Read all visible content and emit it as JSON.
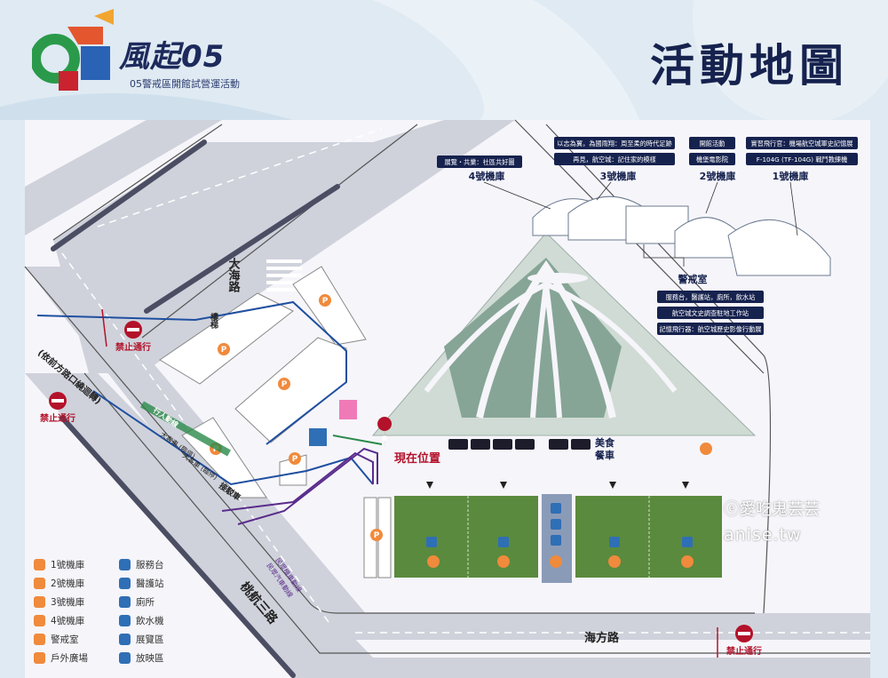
{
  "header": {
    "brand": "風起05",
    "subtitle": "05警戒區開館試營運活動",
    "title": "活動地圖"
  },
  "hangars": [
    {
      "label": "4號機庫",
      "desc": [
        "展覽・共業：社區共好圖"
      ]
    },
    {
      "label": "3號機庫",
      "desc": [
        "以志為翼，為國雨翔：周至柔的時代足跡",
        "再見，航空城：記住家的模樣"
      ]
    },
    {
      "label": "2號機庫",
      "desc": [
        "開館活動",
        "機堡電影院"
      ]
    },
    {
      "label": "1號機庫",
      "desc": [
        "實習飛行官：機場航空城軍史記憶展",
        "F-104G (TF-104G) 戰鬥教練機"
      ]
    }
  ],
  "guard_room": {
    "label": "警戒室",
    "desc": [
      "服務台，醫護站，廁所，飲水站",
      "航空城文史調查駐地工作站",
      "記憶飛行器：航空城歷史影像行動展"
    ]
  },
  "roads": {
    "dahai": "大海路",
    "taohang": "桃航三路",
    "haifang": "海方路",
    "detour": "(依前方路口繞迴轉)",
    "ped_lane": "行人動線",
    "bus_lane_1": "大客車 (臨停)",
    "bus_lane_2": "大客車 (臨停)",
    "drop_off": "接駁車",
    "moto_route": "民眾機車動線",
    "car_route": "民眾汽車動線"
  },
  "map_labels": {
    "you_are_here": "現在位置",
    "food_trucks": "美食餐車",
    "no_entry_1": "禁止通行",
    "no_entry_2": "禁止通行",
    "no_entry_3": "禁止通行",
    "parking": "P",
    "mosque_stairs": "樓梯"
  },
  "legend": [
    {
      "label": "1號機庫",
      "icon": "hangar-1-icon",
      "color": "#f08a3c"
    },
    {
      "label": "2號機庫",
      "icon": "hangar-2-icon",
      "color": "#f08a3c"
    },
    {
      "label": "3號機庫",
      "icon": "hangar-3-icon",
      "color": "#f08a3c"
    },
    {
      "label": "4號機庫",
      "icon": "hangar-4-icon",
      "color": "#f08a3c"
    },
    {
      "label": "警戒室",
      "icon": "guard-room-icon",
      "color": "#f08a3c"
    },
    {
      "label": "戶外廣場",
      "icon": "plaza-icon",
      "color": "#f08a3c"
    },
    {
      "label": "服務台",
      "icon": "service-desk-icon",
      "color": "#2f6fb5"
    },
    {
      "label": "醫護站",
      "icon": "medical-icon",
      "color": "#2f6fb5"
    },
    {
      "label": "廁所",
      "icon": "restroom-icon",
      "color": "#2f6fb5"
    },
    {
      "label": "飲水機",
      "icon": "water-icon",
      "color": "#2f6fb5"
    },
    {
      "label": "展覽區",
      "icon": "exhibition-icon",
      "color": "#2f6fb5"
    },
    {
      "label": "放映區",
      "icon": "screening-icon",
      "color": "#2f6fb5"
    }
  ],
  "watermark": {
    "line1": "ⓔ愛吃鬼芸芸",
    "line2": "anise.tw"
  },
  "colors": {
    "navy": "#16224e",
    "field": "#5a8a3e",
    "route_blue": "#1f4fa0",
    "route_purple": "#5a2d8c",
    "accent_orange": "#f08a3c",
    "pin_red": "#b3122a"
  }
}
